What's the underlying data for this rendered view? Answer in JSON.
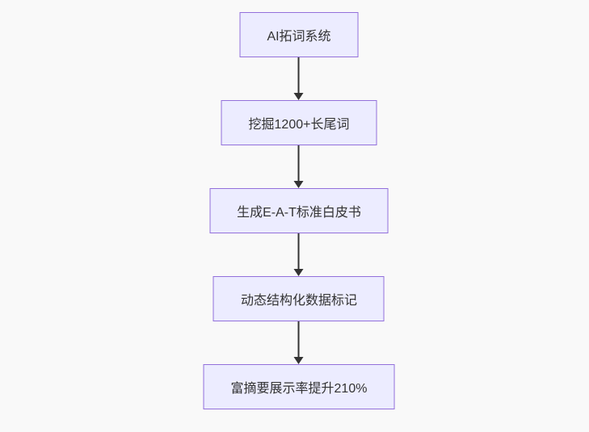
{
  "diagram": {
    "type": "flowchart-top-down",
    "colors": {
      "page_bg": "#f9f9f9",
      "node_fill": "#ECECFF",
      "node_border": "#9370DB",
      "text_color": "#333333",
      "arrow_color": "#333333"
    },
    "nodes": [
      {
        "label": "AI拓词系统"
      },
      {
        "label": "挖掘1200+长尾词"
      },
      {
        "label": "生成E-A-T标准白皮书"
      },
      {
        "label": "动态结构化数据标记"
      },
      {
        "label": "富摘要展示率提升210%"
      }
    ],
    "edges": [
      {
        "from": 0,
        "to": 1
      },
      {
        "from": 1,
        "to": 2
      },
      {
        "from": 2,
        "to": 3
      },
      {
        "from": 3,
        "to": 4
      }
    ]
  }
}
